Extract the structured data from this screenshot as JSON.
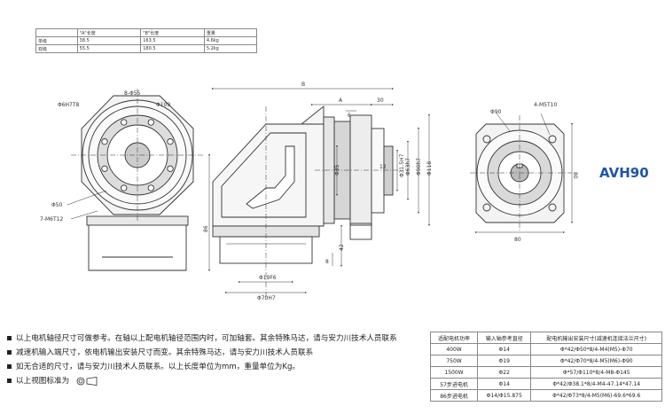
{
  "dimension_table": {
    "headers": [
      "",
      "\"A\"长度",
      "\"B\"长度",
      "重量"
    ],
    "rows": [
      [
        "单级",
        "38.5",
        "163.5",
        "4.6kg"
      ],
      [
        "双级",
        "55.5",
        "180.5",
        "5.2kg"
      ]
    ]
  },
  "model_name": "AVH90",
  "drawing_labels": {
    "front": {
      "shaft": "Φ6H7T8",
      "holes": "8-Φ55",
      "pcd": "Φ109",
      "pilot": "Φ50",
      "taps": "7-M6T12",
      "height": "86"
    },
    "side": {
      "B": "B",
      "A": "A",
      "d30": "30",
      "d6": "6",
      "d12": "12",
      "d35": "Φ35",
      "d31": "Φ31.5H7",
      "d63": "Φ63h7",
      "d90": "Φ90h7",
      "d118": "Φ118",
      "d42": "42",
      "d8": "8",
      "d19": "Φ19F6",
      "d70": "Φ70H7"
    },
    "end": {
      "d90": "Φ90",
      "taps": "4-M5T10",
      "w80": "80",
      "h80": "80"
    }
  },
  "notes": [
    "以上电机轴径尺寸可做参考。在轴以上配电机轴径范围内时，可加轴套。其余特殊马达，请与安力川技术人员联系",
    "减速机输入端尺寸，依电机输出安装尺寸而变。其余特殊马达，请与安力川技术人员联系",
    "如无合适的尺寸，请与安力川技术人员联系。以上长度单位为mm，重量单位为Kg。",
    "以上视图标准为"
  ],
  "motor_table": {
    "headers": [
      "适配电机功率",
      "输入轴参考直径",
      "配电机输出安装尺寸(减速机连接法兰尺寸)"
    ],
    "rows": [
      [
        "400W",
        "Φ14",
        "Φ*42/Φ50*8/4-M4(M5)-Φ70"
      ],
      [
        "750W",
        "Φ19",
        "Φ*42/Φ70*8/4-M5(M6)-Φ90"
      ],
      [
        "1500W",
        "Φ22",
        "Φ*57/Φ110*8/4-M8-Φ145"
      ],
      [
        "57步进电机",
        "Φ14",
        "Φ*42/Φ38.1*8/4-M4-47.14*47.14"
      ],
      [
        "86步进电机",
        "Φ14/Φ15.875",
        "Φ*42/Φ73*8/4-M5(M6)-69.6*69.6"
      ]
    ]
  },
  "colors": {
    "model": "#1f55a8",
    "line": "#333333"
  }
}
